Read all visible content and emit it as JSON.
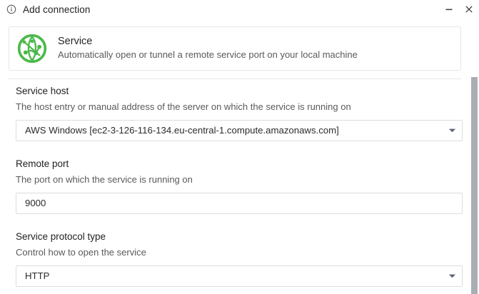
{
  "window": {
    "title": "Add connection",
    "icon": "info-icon",
    "minimize_label": "−",
    "close_label": "×",
    "minimize_icon": "minimize-icon",
    "close_icon": "close-icon"
  },
  "service_card": {
    "icon": "network-globe-icon",
    "icon_color": "#4cb84a",
    "title": "Service",
    "description": "Automatically open or tunnel a remote service port on your local machine"
  },
  "fields": [
    {
      "name": "service-host",
      "label": "Service host",
      "description": "The host entry or manual address of the server on which the service is running on",
      "control": "dropdown",
      "value": "AWS Windows [ec2-3-126-116-134.eu-central-1.compute.amazonaws.com]",
      "chevron_icon": "chevron-down-icon"
    },
    {
      "name": "remote-port",
      "label": "Remote port",
      "description": "The port on which the service is running on",
      "control": "textbox",
      "value": "9000",
      "placeholder": ""
    },
    {
      "name": "service-protocol-type",
      "label": "Service protocol type",
      "description": "Control how to open the service",
      "control": "dropdown",
      "value": "HTTP",
      "chevron_icon": "chevron-down-icon"
    }
  ],
  "scrollbar": {
    "name": "vertical-scrollbar",
    "thumb_color": "#a9adb4"
  }
}
